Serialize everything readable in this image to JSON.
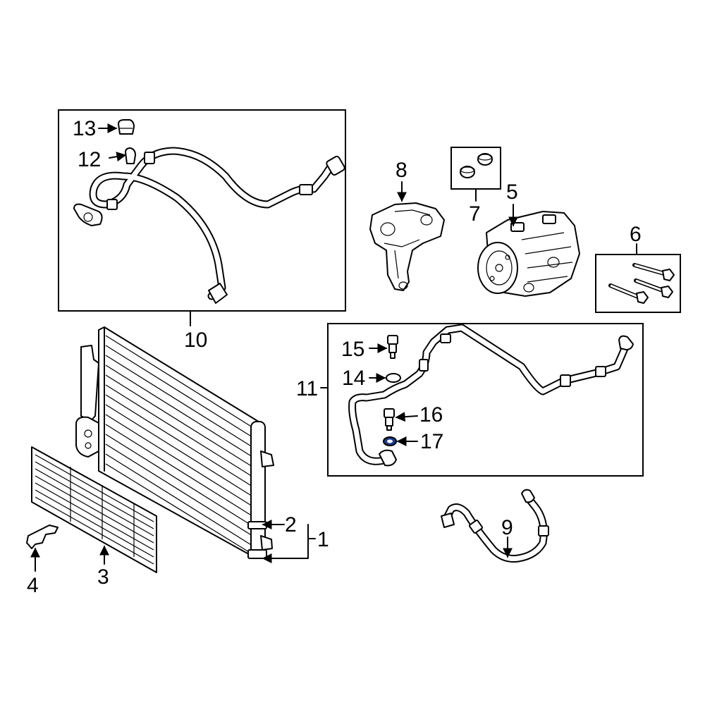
{
  "callouts": {
    "c1": "1",
    "c2": "2",
    "c3": "3",
    "c4": "4",
    "c5": "5",
    "c6": "6",
    "c7": "7",
    "c8": "8",
    "c9": "9",
    "c10": "10",
    "c11": "11",
    "c12": "12",
    "c13": "13",
    "c14": "14",
    "c15": "15",
    "c16": "16",
    "c17": "17"
  },
  "colors": {
    "line": "#000000",
    "background": "#ffffff",
    "highlight_seal": "#1a3d8f"
  }
}
